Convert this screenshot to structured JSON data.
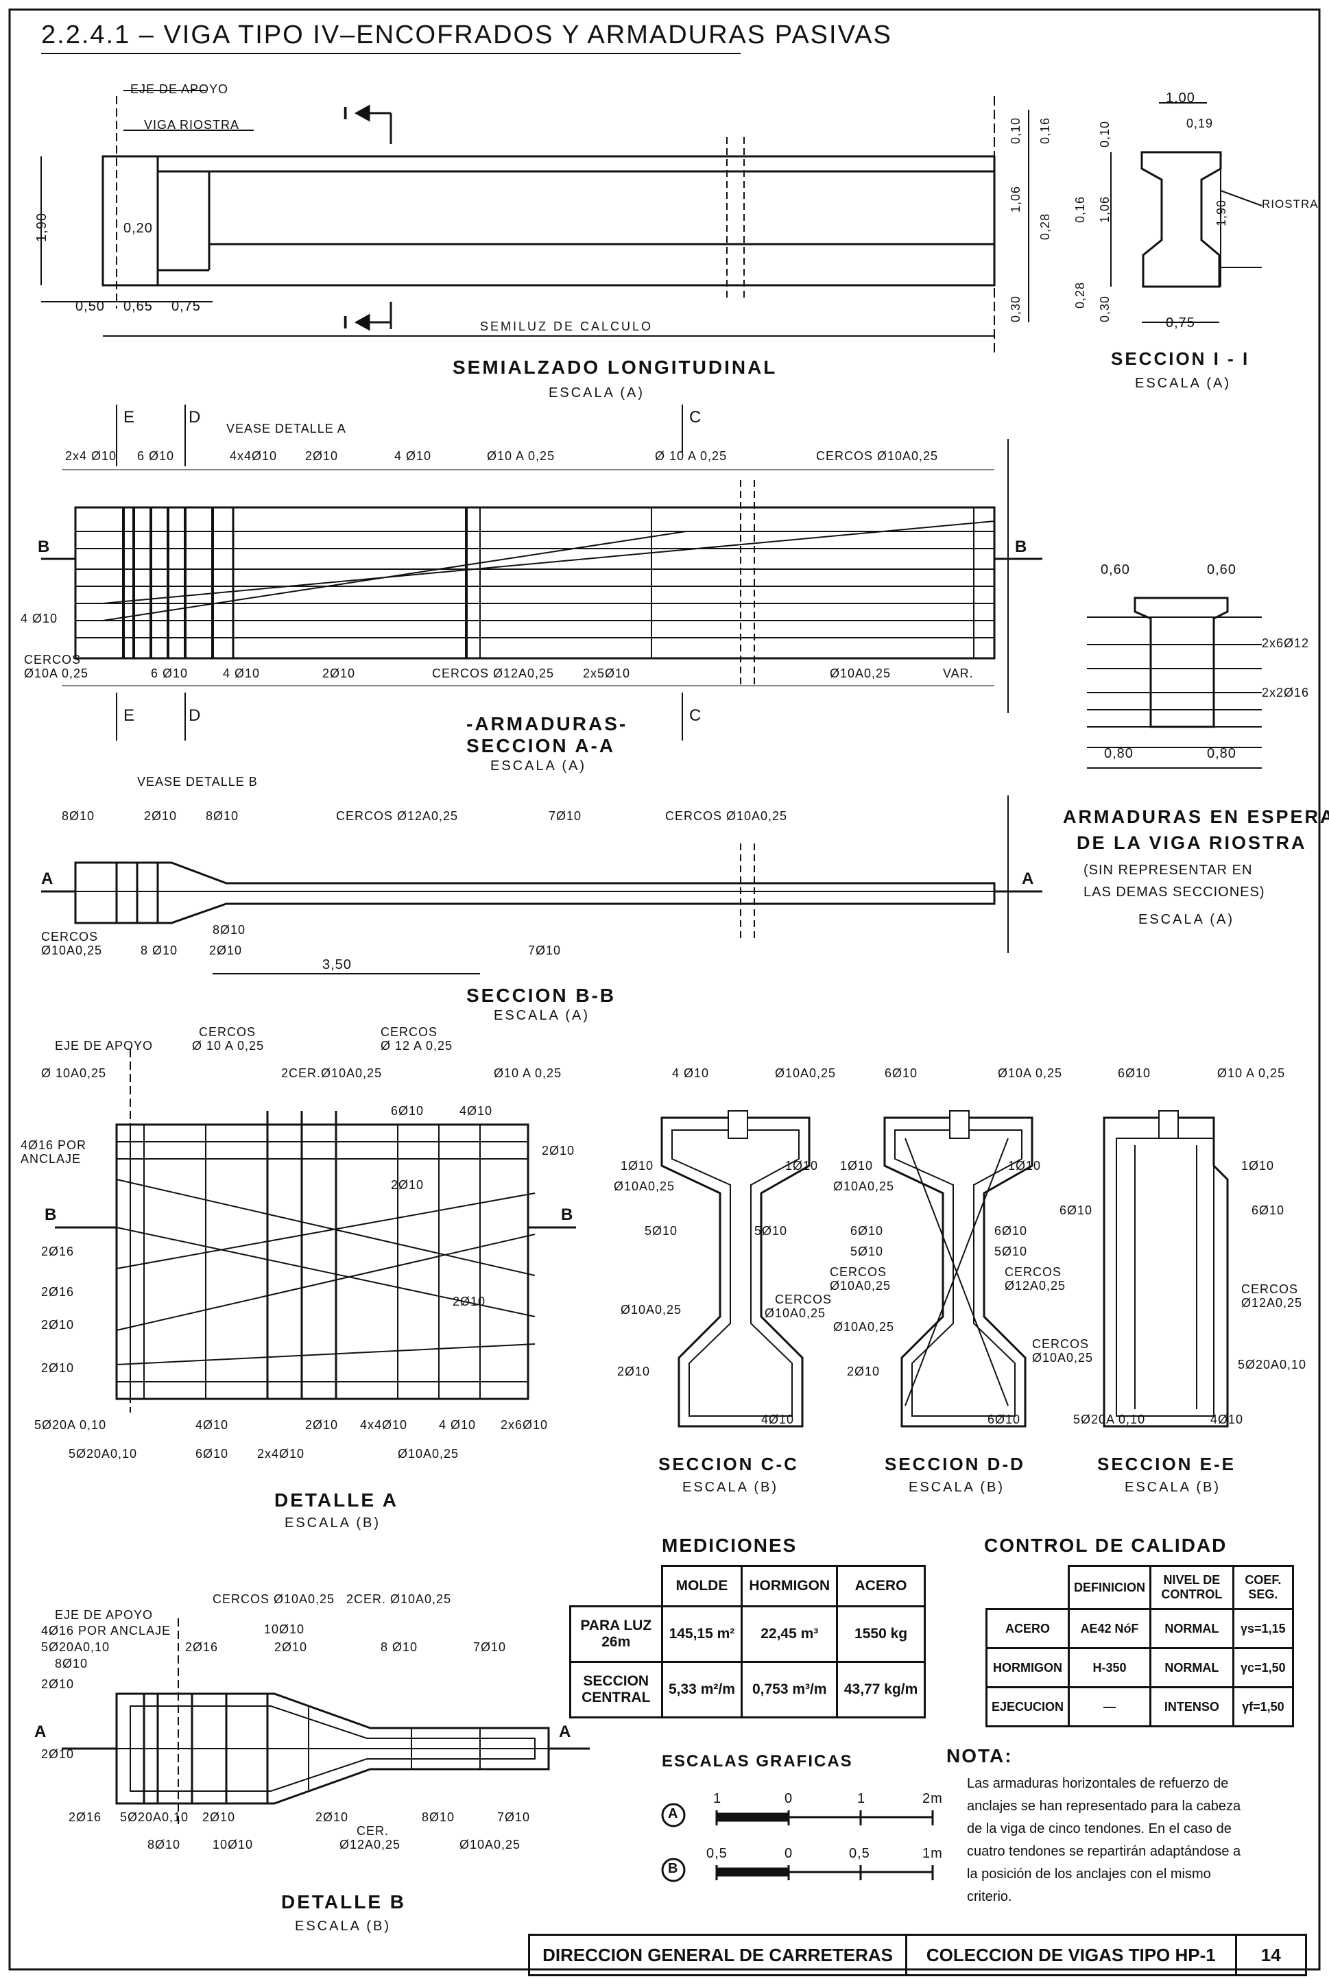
{
  "title": "2.2.4.1 – VIGA TIPO IV–ENCOFRADOS Y ARMADURAS PASIVAS",
  "semialzado": {
    "title": "SEMIALZADO LONGITUDINAL",
    "scale": "ESCALA (A)",
    "labels": {
      "eje": "EJE DE APOYO",
      "viga": "VIGA RIOSTRA",
      "semiluz": "SEMILUZ DE CALCULO",
      "h190": "1,90",
      "d020": "0,20",
      "d050": "0,50",
      "d065": "0,65",
      "d075": "0,75",
      "cut": "I",
      "r010": "0,10",
      "r016": "0,16",
      "r106": "1,06",
      "r028": "0,28",
      "r030": "0,30"
    }
  },
  "seccion_ii": {
    "title": "SECCION I - I",
    "scale": "ESCALA (A)",
    "labels": {
      "w100": "1,00",
      "w019": "0,19",
      "h010": "0,10",
      "h016": "0,16",
      "h106": "1,06",
      "h190": "1,90",
      "h028": "0,28",
      "h030": "0,30",
      "b075": "0,75",
      "riostra": "RIOSTRA"
    }
  },
  "armaduras_aa": {
    "title1": "-ARMADURAS-",
    "title2": "SECCION A-A",
    "scale": "ESCALA (A)",
    "labels": [
      "VEASE DETALLE A",
      "2x4 Ø10",
      "6 Ø10",
      "4x4Ø10",
      "2Ø10",
      "4 Ø10",
      "Ø10 A 0,25",
      "Ø 10 A 0,25",
      "CERCOS Ø10A0,25",
      "4 Ø10",
      "CERCOS",
      "Ø10A 0,25",
      "6 Ø10",
      "4 Ø10",
      "2Ø10",
      "CERCOS Ø12A0,25",
      "2x5Ø10",
      "Ø10A0,25",
      "VAR.",
      "B",
      "B",
      "E",
      "D",
      "C",
      "E",
      "D",
      "C"
    ]
  },
  "espera": {
    "title1": "ARMADURAS EN ESPERA",
    "title2": "DE LA VIGA RIOSTRA",
    "sub1": "(SIN REPRESENTAR EN",
    "sub2": "LAS DEMAS SECCIONES)",
    "scale": "ESCALA (A)",
    "labels": {
      "a060": "0,60",
      "b060": "0,60",
      "r1": "2x6Ø12",
      "r2": "2x2Ø16",
      "c080": "0,80",
      "d080": "0,80"
    }
  },
  "seccion_bb": {
    "title": "SECCION B-B",
    "scale": "ESCALA (A)",
    "labels": [
      "VEASE DETALLE B",
      "8Ø10",
      "2Ø10",
      "8Ø10",
      "CERCOS Ø12A0,25",
      "7Ø10",
      "CERCOS Ø10A0,25",
      "A",
      "A",
      "CERCOS",
      "Ø10A0,25",
      "8 Ø10",
      "2Ø10",
      "8Ø10",
      "7Ø10",
      "3,50"
    ]
  },
  "detalle_a": {
    "title": "DETALLE A",
    "scale": "ESCALA (B)",
    "labels": [
      "EJE DE APOYO",
      "CERCOS",
      "Ø 10 A 0,25",
      "CERCOS",
      "Ø 12 A 0,25",
      "Ø 10A0,25",
      "2CER.Ø10A0,25",
      "Ø10 A 0,25",
      "6Ø10",
      "4Ø10",
      "4Ø16 POR",
      "ANCLAJE",
      "2Ø10",
      "2Ø10",
      "B",
      "B",
      "2Ø16",
      "2Ø16",
      "2Ø10",
      "2Ø10",
      "2Ø10",
      "5Ø20A 0,10",
      "5Ø20A0,10",
      "4Ø10",
      "6Ø10",
      "2x4Ø10",
      "2Ø10",
      "4x4Ø10",
      "4 Ø10",
      "2x6Ø10",
      "Ø10A0,25"
    ]
  },
  "seccion_cc": {
    "title": "SECCION C-C",
    "scale": "ESCALA (B)",
    "labels": [
      "4 Ø10",
      "Ø10A0,25",
      "1Ø10",
      "Ø10A0,25",
      "1Ø10",
      "5Ø10",
      "5Ø10",
      "Ø10A0,25",
      "CERCOS",
      "Ø10A0,25",
      "2Ø10",
      "4Ø10"
    ]
  },
  "seccion_dd": {
    "title": "SECCION D-D",
    "scale": "ESCALA (B)",
    "labels": [
      "6Ø10",
      "Ø10A 0,25",
      "1Ø10",
      "Ø10A0,25",
      "1Ø10",
      "6Ø10",
      "6Ø10",
      "5Ø10",
      "5Ø10",
      "CERCOS",
      "Ø10A0,25",
      "CERCOS",
      "Ø12A0,25",
      "Ø10A0,25",
      "2Ø10",
      "6Ø10"
    ]
  },
  "seccion_ee": {
    "title": "SECCION E-E",
    "scale": "ESCALA (B)",
    "labels": [
      "6Ø10",
      "Ø10 A 0,25",
      "1Ø10",
      "6Ø10",
      "6Ø10",
      "CERCOS",
      "Ø12A0,25",
      "CERCOS",
      "Ø10A0,25",
      "5Ø20A0,10",
      "5Ø20A 0,10",
      "4Ø10"
    ]
  },
  "mediciones": {
    "title": "MEDICIONES",
    "headers": [
      "",
      "MOLDE",
      "HORMIGON",
      "ACERO"
    ],
    "rows": [
      [
        "PARA LUZ 26m",
        "145,15 m²",
        "22,45 m³",
        "1550 kg"
      ],
      [
        "SECCION CENTRAL",
        "5,33 m²/m",
        "0,753 m³/m",
        "43,77 kg/m"
      ]
    ]
  },
  "control": {
    "title": "CONTROL DE CALIDAD",
    "headers": [
      "",
      "DEFINICION",
      "NIVEL DE CONTROL",
      "COEF. SEG."
    ],
    "rows": [
      [
        "ACERO",
        "AE42 NóF",
        "NORMAL",
        "γs=1,15"
      ],
      [
        "HORMIGON",
        "H-350",
        "NORMAL",
        "γc=1,50"
      ],
      [
        "EJECUCION",
        "—",
        "INTENSO",
        "γf=1,50"
      ]
    ]
  },
  "escalas": {
    "title": "ESCALAS GRAFICAS",
    "a": {
      "mark": "A",
      "t0": "1",
      "t1": "0",
      "t2": "1",
      "t3": "2m"
    },
    "b": {
      "mark": "B",
      "t0": "0,5",
      "t1": "0",
      "t2": "0,5",
      "t3": "1m"
    }
  },
  "nota": {
    "title": "NOTA:",
    "lines": [
      "Las armaduras horizontales de refuerzo de",
      "anclajes se han representado para la cabeza",
      "de la viga de cinco tendones. En el caso de",
      "cuatro tendones se repartirán adaptándose a",
      "la posición de los anclajes con el mismo",
      "criterio."
    ]
  },
  "detalle_b": {
    "title": "DETALLE B",
    "scale": "ESCALA (B)",
    "labels": [
      "CERCOS Ø10A0,25",
      "2CER. Ø10A0,25",
      "EJE DE APOYO",
      "4Ø16 POR ANCLAJE",
      "5Ø20A0,10",
      "8Ø10",
      "2Ø10",
      "2Ø16",
      "10Ø10",
      "2Ø10",
      "8 Ø10",
      "7Ø10",
      "A",
      "2Ø10",
      "A",
      "2Ø16",
      "5Ø20A0,10",
      "2Ø10",
      "2Ø10",
      "8Ø10",
      "7Ø10",
      "CER.",
      "Ø12A0,25",
      "Ø10A0,25",
      "8Ø10",
      "10Ø10"
    ]
  },
  "footer": {
    "org": "DIRECCION GENERAL DE CARRETERAS",
    "collection": "COLECCION DE VIGAS TIPO HP-1",
    "page": "14"
  }
}
